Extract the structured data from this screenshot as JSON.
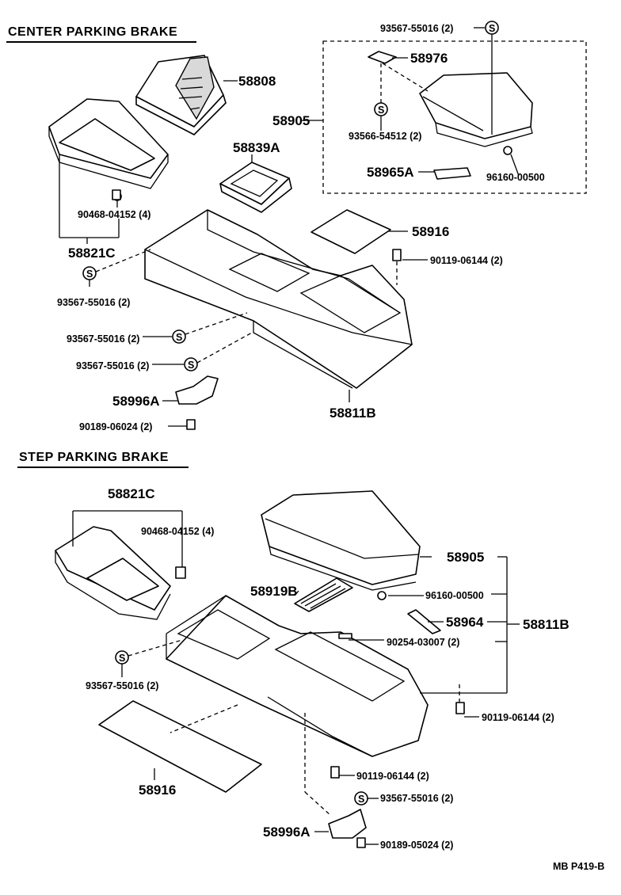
{
  "sections": {
    "center": "CENTER PARKING BRAKE",
    "step": "STEP PARKING BRAKE"
  },
  "center_parts": {
    "p58808": "58808",
    "p93567_top": "93567-55016 (2)",
    "p58976": "58976",
    "p58905": "58905",
    "p93566": "93566-54512 (2)",
    "p58965A": "58965A",
    "p96160": "96160-00500",
    "p58839A": "58839A",
    "p90468": "90468-04152 (4)",
    "p58821C": "58821C",
    "p58916": "58916",
    "p90119": "90119-06144 (2)",
    "p93567_left": "93567-55016 (2)",
    "p93567_a": "93567-55016 (2)",
    "p93567_b": "93567-55016 (2)",
    "p58996A": "58996A",
    "p90189": "90189-06024 (2)",
    "p58811B": "58811B"
  },
  "step_parts": {
    "p58821C": "58821C",
    "p90468": "90468-04152 (4)",
    "p58905": "58905",
    "p58919B": "58919B",
    "p96160": "96160-00500",
    "p58964": "58964",
    "p58811B": "58811B",
    "p90254": "90254-03007 (2)",
    "p93567_left": "93567-55016 (2)",
    "p90119_right": "90119-06144 (2)",
    "p58916": "58916",
    "p90119_bottom": "90119-06144 (2)",
    "p93567_bottom": "93567-55016 (2)",
    "p58996A": "58996A",
    "p90189": "90189-05024 (2)"
  },
  "figure_code": "MB P419-B",
  "washer_symbol": "S"
}
